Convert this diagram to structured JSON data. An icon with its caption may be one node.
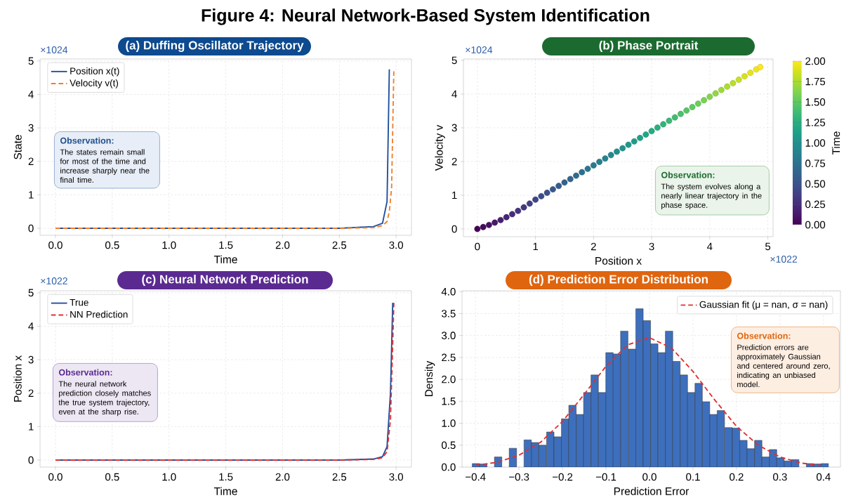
{
  "diagram": {
    "title": "Figure 4: Neural Network-Based System Identification",
    "nodes": [
      {
        "text": [
          "Observation:",
          "The states remain small for most of the time and increase sharply near the final time."
        ]
      },
      {
        "text": [
          "Observation:",
          "The system evolves along a nearly linear trajectory in the phase space."
        ]
      },
      {
        "text": [
          "Observation:",
          "The neural network prediction closely matches the true system trajectory, even at the sharp rise."
        ]
      },
      {
        "text": [
          "Observation:",
          "Prediction errors are approximately Gaussian and centered around zero, indicating an unbiased model."
        ]
      }
    ],
    "labels": [
      "×1024",
      "×1024",
      "2.00",
      "1.75",
      "1.50",
      "1.25",
      "1.00",
      "0.75",
      "0.50",
      "0.25",
      "0.00",
      "Time",
      "×1022",
      "×1022"
    ],
    "chart_data": [
      {
        "type": "line",
        "title": "(a) Duffing Oscillator Trajectory",
        "xlabel": "Time",
        "ylabel": "State",
        "x": [
          0,
          0.5,
          1,
          1.5,
          2,
          2.5,
          2.8,
          2.88,
          2.92,
          2.94,
          2.96,
          2.98
        ],
        "series": [
          {
            "name": "Position x(t)",
            "color": "#1f4e9c",
            "line_style": "solid",
            "values": [
              0,
              0,
              0,
              0,
              0,
              0,
              0.05,
              0.15,
              0.8,
              4.75,
              null,
              null
            ]
          },
          {
            "name": "Velocity v(t)",
            "color": "#f07f2a",
            "line_style": "dashed",
            "values": [
              0,
              0,
              0,
              0,
              0,
              0,
              0.02,
              0.08,
              0.2,
              0.5,
              1.2,
              4.75
            ]
          }
        ],
        "grid": true,
        "legend": "upper left",
        "xlim": [
          -0.136,
          3.135
        ],
        "ylim": [
          -0.21,
          5.06
        ],
        "xticks": [
          {
            "value": 0,
            "label": "0.0"
          },
          {
            "value": 0.5,
            "label": "0.5"
          },
          {
            "value": 1,
            "label": "1.0"
          },
          {
            "value": 1.5,
            "label": "1.5"
          },
          {
            "value": 2,
            "label": "2.0"
          },
          {
            "value": 2.5,
            "label": "2.5"
          },
          {
            "value": 3,
            "label": "3.0"
          }
        ],
        "yticks": [
          {
            "value": 0,
            "label": "0"
          },
          {
            "value": 1,
            "label": "1"
          },
          {
            "value": 2,
            "label": "2"
          },
          {
            "value": 3,
            "label": "3"
          },
          {
            "value": 4,
            "label": "4"
          },
          {
            "value": 5,
            "label": "5"
          }
        ]
      },
      {
        "type": "scatter",
        "title": "(b) Phase Portrait",
        "xlabel": "Position x",
        "ylabel": "Velocity v",
        "x": [
          0,
          0.1,
          0.2,
          0.3,
          0.4,
          0.5,
          0.6,
          0.7,
          0.8,
          0.9,
          1.0,
          1.1,
          1.2,
          1.3,
          1.4,
          1.5,
          1.6,
          1.7,
          1.8,
          1.9,
          2.0,
          2.1,
          2.2,
          2.3,
          2.4,
          2.5,
          2.6,
          2.7,
          2.8,
          2.9,
          3.0,
          3.1,
          3.2,
          3.3,
          3.4,
          3.5,
          3.6,
          3.7,
          3.8,
          3.9,
          4.0,
          4.1,
          4.2,
          4.3,
          4.4,
          4.5,
          4.6,
          4.7,
          4.8,
          4.87
        ],
        "series": [
          {
            "marker": "circle",
            "values": [
              0,
              0.056,
              0.118,
              0.188,
              0.264,
              0.348,
              0.438,
              0.536,
              0.64,
              0.752,
              0.87,
              0.972,
              1.073,
              1.175,
              1.276,
              1.378,
              1.48,
              1.581,
              1.683,
              1.784,
              1.886,
              1.988,
              2.089,
              2.191,
              2.292,
              2.394,
              2.496,
              2.597,
              2.699,
              2.8,
              2.902,
              3.004,
              3.105,
              3.207,
              3.308,
              3.41,
              3.512,
              3.613,
              3.715,
              3.816,
              3.918,
              4.02,
              4.121,
              4.223,
              4.324,
              4.426,
              4.528,
              4.629,
              4.731,
              4.8
            ]
          }
        ],
        "grid": true,
        "xlim": [
          -0.24,
          5.09
        ],
        "ylim": [
          -0.23,
          5.04
        ],
        "xticks": [
          {
            "value": 0,
            "label": "0"
          },
          {
            "value": 1,
            "label": "1"
          },
          {
            "value": 2,
            "label": "2"
          },
          {
            "value": 3,
            "label": "3"
          },
          {
            "value": 4,
            "label": "4"
          },
          {
            "value": 5,
            "label": "5"
          }
        ],
        "yticks": [
          {
            "value": 0,
            "label": "0"
          },
          {
            "value": 1,
            "label": "1"
          },
          {
            "value": 2,
            "label": "2"
          },
          {
            "value": 3,
            "label": "3"
          },
          {
            "value": 4,
            "label": "4"
          },
          {
            "value": 5,
            "label": "5"
          }
        ]
      },
      {
        "type": "line",
        "title": "(c) Neural Network Prediction",
        "xlabel": "Time",
        "ylabel": "Position x",
        "x": [
          0,
          0.5,
          1,
          1.5,
          2,
          2.5,
          2.8,
          2.88,
          2.92,
          2.95,
          2.97,
          2.98
        ],
        "series": [
          {
            "name": "True",
            "color": "#1f4e9c",
            "line_style": "solid",
            "values": [
              0,
              0,
              0,
              0,
              0,
              0,
              0.03,
              0.1,
              0.4,
              2.0,
              4.7,
              null
            ]
          },
          {
            "name": "NN Prediction",
            "color": "#e03030",
            "line_style": "dashed",
            "values": [
              0,
              0,
              0,
              0,
              0,
              0,
              0.02,
              0.07,
              0.25,
              1.2,
              3.5,
              4.7
            ]
          }
        ],
        "grid": true,
        "legend": "upper left",
        "xlim": [
          -0.136,
          3.135
        ],
        "ylim": [
          -0.21,
          5.06
        ],
        "xticks": [
          {
            "value": 0,
            "label": "0.0"
          },
          {
            "value": 0.5,
            "label": "0.5"
          },
          {
            "value": 1,
            "label": "1.0"
          },
          {
            "value": 1.5,
            "label": "1.5"
          },
          {
            "value": 2,
            "label": "2.0"
          },
          {
            "value": 2.5,
            "label": "2.5"
          },
          {
            "value": 3,
            "label": "3.0"
          }
        ],
        "yticks": [
          {
            "value": 0,
            "label": "0"
          },
          {
            "value": 1,
            "label": "1"
          },
          {
            "value": 2,
            "label": "2"
          },
          {
            "value": 3,
            "label": "3"
          },
          {
            "value": 4,
            "label": "4"
          },
          {
            "value": 5,
            "label": "5"
          }
        ]
      },
      {
        "type": "bar",
        "title": "(d) Prediction Error Distribution",
        "xlabel": "Prediction Error",
        "ylabel": "Density",
        "x": [
          -0.399,
          -0.382,
          -0.365,
          -0.348,
          -0.331,
          -0.314,
          -0.297,
          -0.28,
          -0.263,
          -0.246,
          -0.228,
          -0.211,
          -0.194,
          -0.177,
          -0.16,
          -0.143,
          -0.126,
          -0.109,
          -0.092,
          -0.075,
          -0.058,
          -0.04,
          -0.023,
          -0.006,
          0.011,
          0.028,
          0.045,
          0.062,
          0.079,
          0.096,
          0.113,
          0.13,
          0.147,
          0.164,
          0.182,
          0.199,
          0.216,
          0.233,
          0.25,
          0.267,
          0.284,
          0.301,
          0.318,
          0.335,
          0.352,
          0.369,
          0.386,
          0.403
        ],
        "series": [
          {
            "color": "#3d6fbd",
            "values": [
              0.08,
              0.07,
              null,
              0.23,
              null,
              0.43,
              null,
              0.62,
              0.56,
              0.5,
              0.8,
              0.69,
              1.1,
              1.41,
              1.2,
              1.7,
              2.1,
              1.7,
              2.61,
              2.58,
              3.1,
              2.69,
              3.61,
              3.34,
              2.81,
              2.61,
              3.1,
              2.41,
              2.1,
              1.7,
              1.91,
              1.49,
              1.2,
              1.29,
              0.9,
              0.89,
              0.61,
              0.42,
              0.61,
              0.23,
              0.4,
              0.21,
              0.14,
              0.17,
              null,
              0.08,
              0.07,
              0.08
            ]
          },
          {
            "name": "Gaussian fit (μ = nan, σ = nan)",
            "type": "line",
            "color": "#e03030",
            "line_style": "dashed",
            "x": [
              -0.4,
              -0.35,
              -0.3,
              -0.25,
              -0.2,
              -0.15,
              -0.1,
              -0.05,
              0,
              0.05,
              0.1,
              0.15,
              0.2,
              0.25,
              0.3,
              0.35,
              0.4
            ],
            "values": [
              0.04,
              0.11,
              0.27,
              0.57,
              1.04,
              1.66,
              2.3,
              2.79,
              2.95,
              2.72,
              2.18,
              1.53,
              0.93,
              0.5,
              0.23,
              0.09,
              0.03
            ]
          }
        ],
        "grid": true,
        "legend": "upper right",
        "xlim": [
          -0.431,
          0.439
        ],
        "ylim": [
          0,
          4.02
        ],
        "xticks": [
          {
            "value": -0.4,
            "label": "−0.4"
          },
          {
            "value": -0.3,
            "label": "−0.3"
          },
          {
            "value": -0.2,
            "label": "−0.2"
          },
          {
            "value": -0.1,
            "label": "−0.1"
          },
          {
            "value": 0,
            "label": "0.0"
          },
          {
            "value": 0.1,
            "label": "0.1"
          },
          {
            "value": 0.2,
            "label": "0.2"
          },
          {
            "value": 0.3,
            "label": "0.3"
          },
          {
            "value": 0.4,
            "label": "0.4"
          }
        ],
        "yticks": [
          {
            "value": 0,
            "label": "0.0"
          },
          {
            "value": 0.5,
            "label": "0.5"
          },
          {
            "value": 1,
            "label": "1.0"
          },
          {
            "value": 1.5,
            "label": "1.5"
          },
          {
            "value": 2,
            "label": "2.0"
          },
          {
            "value": 2.5,
            "label": "2.5"
          },
          {
            "value": 3,
            "label": "3.0"
          },
          {
            "value": 3.5,
            "label": "3.5"
          },
          {
            "value": 4,
            "label": "4.0"
          }
        ]
      }
    ]
  }
}
